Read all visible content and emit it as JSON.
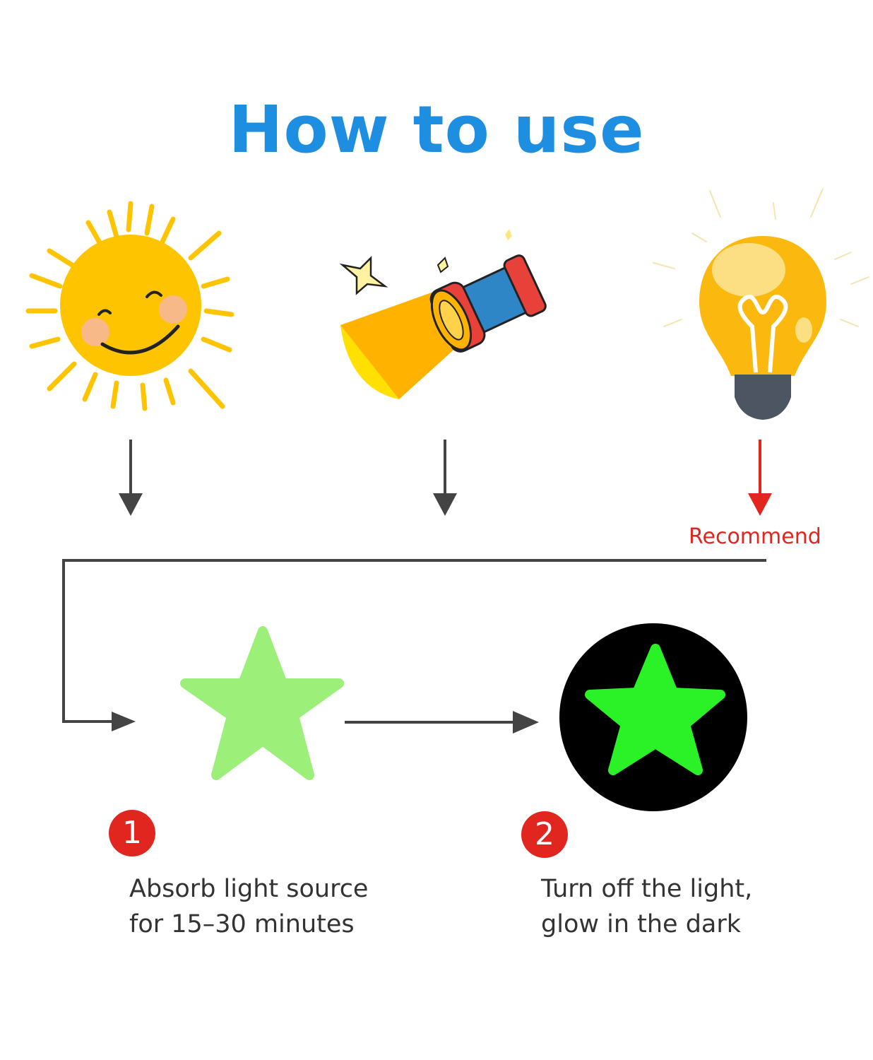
{
  "title": "How to use",
  "icons": {
    "sun": "sun-icon",
    "flashlight": "flashlight-icon",
    "bulb": "light-bulb-icon",
    "star_light": "green-star-icon",
    "star_glow": "glowing-star-icon"
  },
  "recommend_label": "Recommend",
  "steps": [
    {
      "number": "1",
      "line1": "Absorb light source",
      "line2": "for 15–30 minutes"
    },
    {
      "number": "2",
      "line1": "Turn off the light,",
      "line2": "glow in the dark"
    }
  ],
  "colors": {
    "title": "#1e8fe0",
    "accent_red": "#e1261f",
    "arrow": "#444444",
    "sun": "#ffc400",
    "star_pale": "#9cf07a",
    "star_glow": "#2bf227",
    "dark_circle": "#000000"
  }
}
